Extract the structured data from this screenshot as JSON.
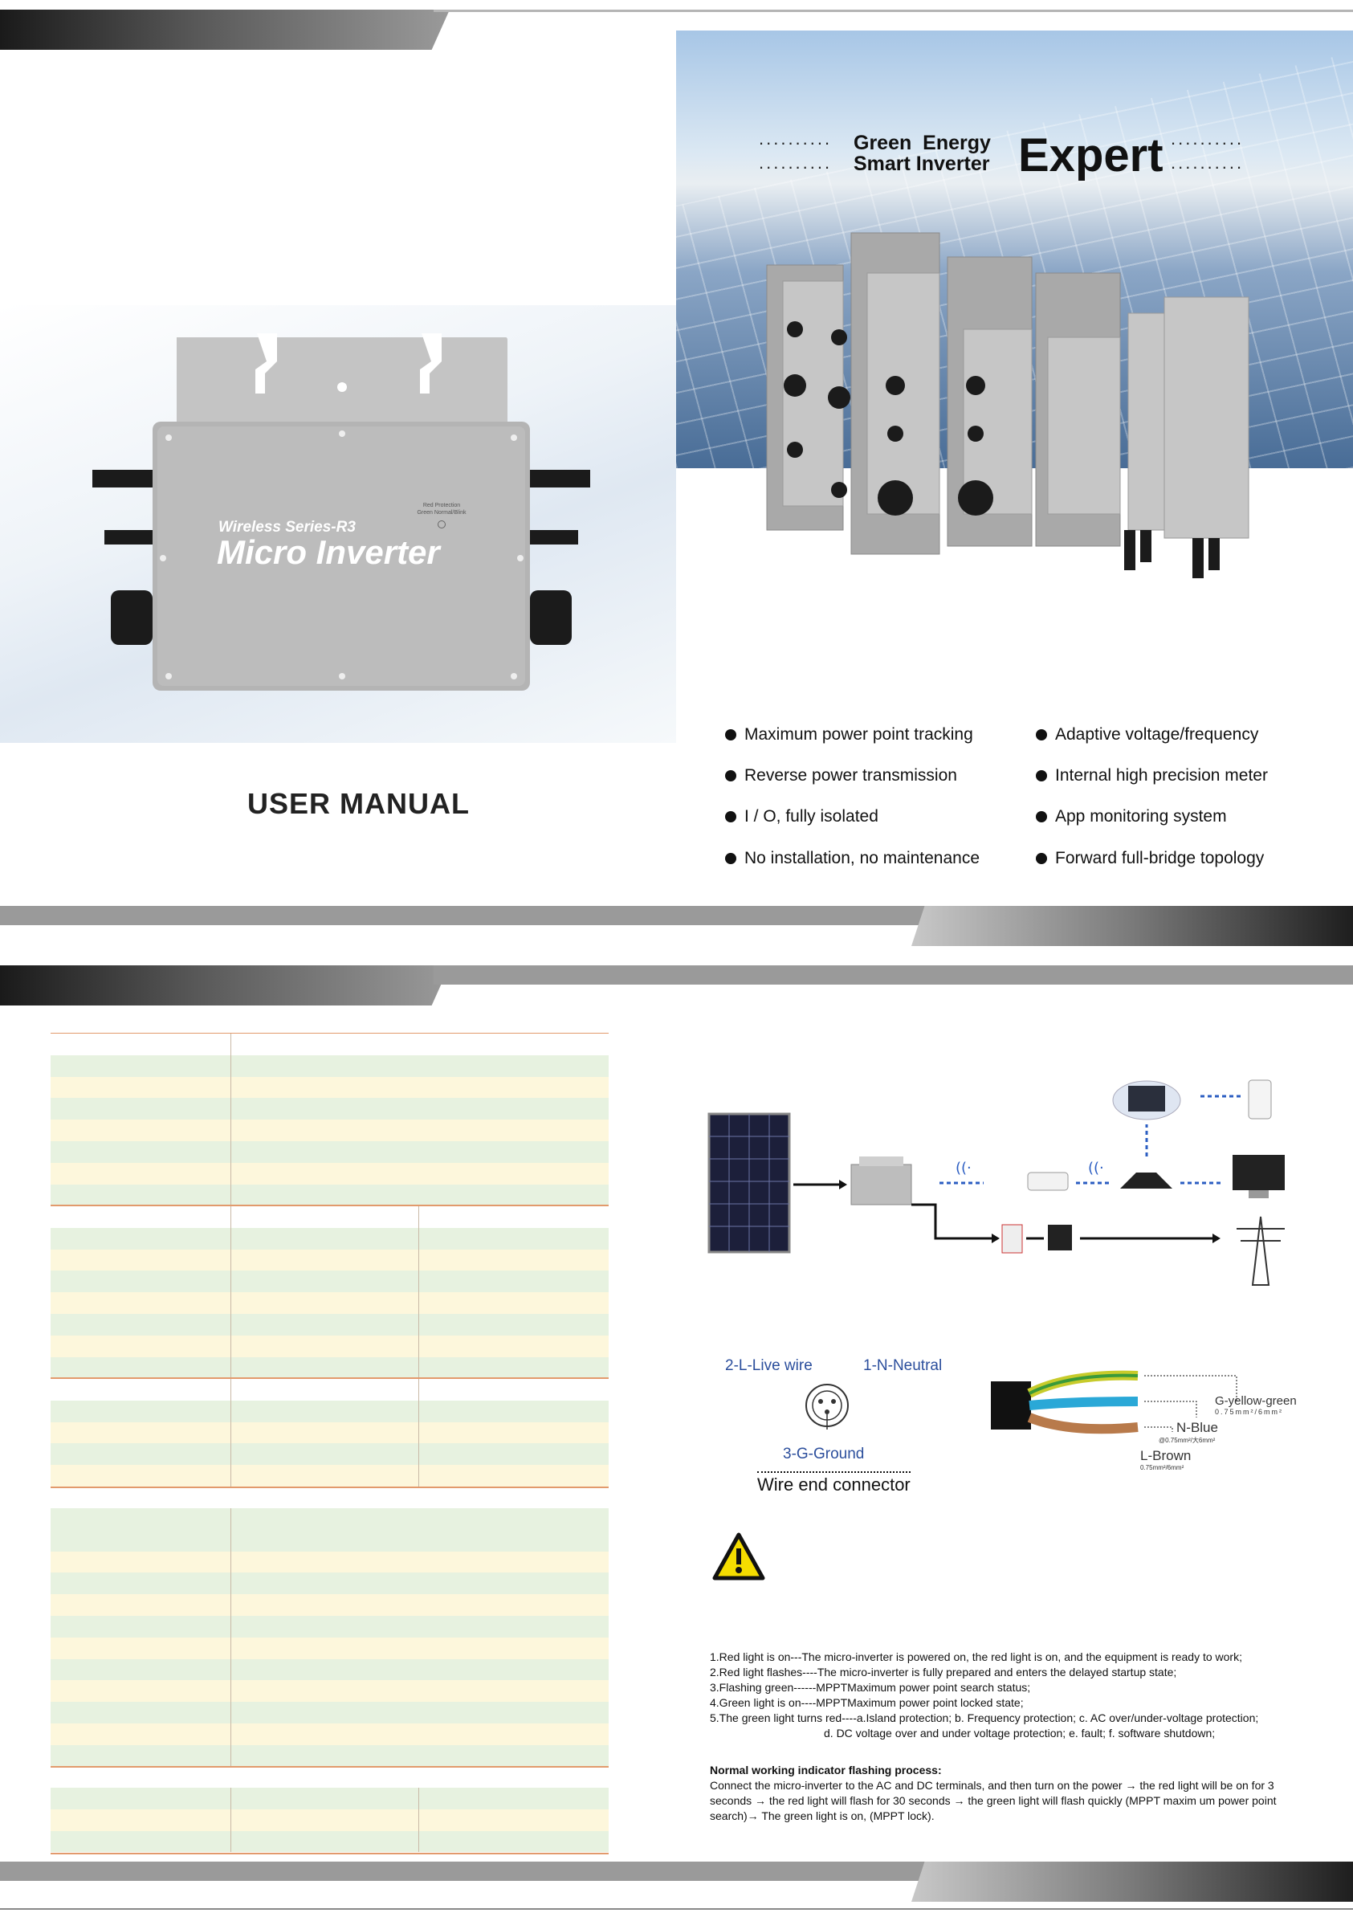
{
  "cover": {
    "tagline_line1": "Green  Energy",
    "tagline_line2": "Smart Inverter",
    "tagline_big": "Expert",
    "dotted": "..........",
    "product_series": "Wireless Series-R3",
    "product_name": "Micro Inverter",
    "indicator_label": "Red Protection\nGreen Normal/Blink",
    "manual_title": "USER MANUAL",
    "features_left": [
      "Maximum power point tracking",
      "Reverse power transmission",
      "I / O, fully isolated",
      "No installation, no maintenance"
    ],
    "features_right": [
      "Adaptive voltage/frequency",
      "Internal high precision meter",
      "App monitoring system",
      "Forward full-bridge topology"
    ]
  },
  "wiring": {
    "live": "2-L-Live wire",
    "neutral": "1-N-Neutral",
    "ground": "3-G-Ground",
    "connector_title": "Wire end connector",
    "g_label": "G-yellow-green",
    "g_spec": "0.75mm²/6mm²",
    "n_label": "N-Blue",
    "n_spec": "@0.75mm²/大6mm²",
    "l_label": "L-Brown",
    "l_spec": "0.75mm²/6mm²"
  },
  "indicator_notes": {
    "lines": [
      "1.Red light is on---The micro-inverter is powered on, the red light is on, and the equipment is ready to work;",
      "2.Red light flashes----The micro-inverter is fully prepared and enters the delayed startup state;",
      "3.Flashing green------MPPTMaximum power point search status;",
      "4.Green light is on----MPPTMaximum power point locked state;",
      "5.The green light turns red----a.Island protection; b. Frequency protection; c. AC over/under-voltage protection;",
      "d. DC voltage over and under voltage protection; e. fault; f. software shutdown;"
    ],
    "process_title": "Normal working indicator flashing process:",
    "process_text": "Connect the micro-inverter to the AC and DC terminals, and then turn on the power → the red light will be on for 3 seconds → the red light will flash for 30 seconds → the green light will flash quickly (MPPT maxim um power point search)→ The green light is on, (MPPT lock)."
  },
  "colors": {
    "table_green": "#e7f2e0",
    "table_yellow": "#fdf7dc",
    "separator": "#e29a6c",
    "wire_label": "#2b4e9c"
  }
}
